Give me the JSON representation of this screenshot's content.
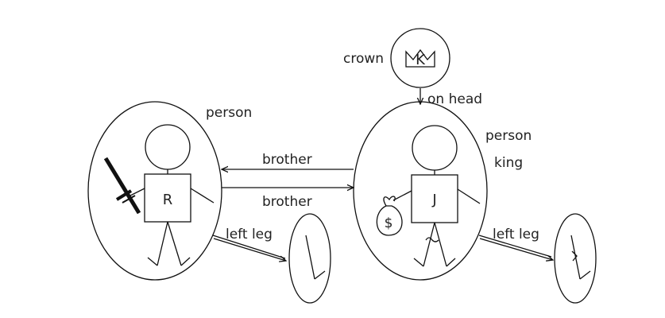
{
  "colors": {
    "ink": "#111111",
    "background": "#ffffff"
  },
  "nodes": {
    "crown": {
      "label": "crown",
      "letter": "K",
      "icon": "crown-icon"
    },
    "richard": {
      "label": "person",
      "box_letter": "R",
      "held_item_icon": "sword-icon"
    },
    "john": {
      "labels": [
        "person",
        "king"
      ],
      "box_letter": "J",
      "held_item_icon": "money-bag-icon",
      "bag_symbol": "$"
    },
    "left_leg_richard": {
      "icon": "leg-icon"
    },
    "left_leg_john": {
      "icon": "leg-icon"
    }
  },
  "relations": {
    "crown_on_head": "on head",
    "john_to_richard": "brother",
    "richard_to_john": "brother",
    "richard_left_leg": "left leg",
    "john_left_leg": "left leg"
  }
}
